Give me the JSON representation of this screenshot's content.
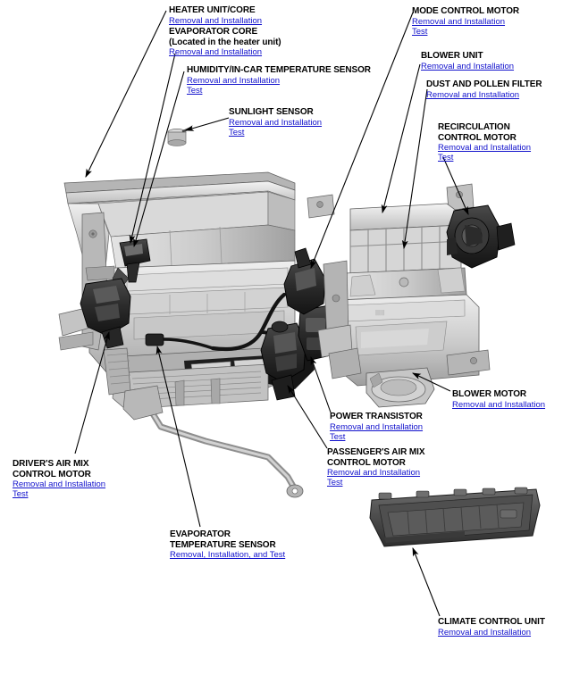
{
  "page": {
    "title": "HVAC Component Location Index",
    "link_color": "#1111cc",
    "text_color": "#000000",
    "background": "#ffffff"
  },
  "links": {
    "removal_installation": "Removal and Installation",
    "test": "Test",
    "removal_installation_and_test": "Removal, Installation, and Test"
  },
  "callouts": [
    {
      "id": "heater-unit-core",
      "title": "HEATER UNIT/CORE",
      "links": [
        "Removal and Installation"
      ]
    },
    {
      "id": "evaporator-core",
      "title": "EVAPORATOR CORE",
      "subtitle": "(Located in the heater unit)",
      "links": [
        "Removal and Installation"
      ]
    },
    {
      "id": "humidity-in-car-temperature-sensor",
      "title": "HUMIDITY/IN-CAR TEMPERATURE SENSOR",
      "links": [
        "Removal and Installation",
        "Test"
      ]
    },
    {
      "id": "sunlight-sensor",
      "title": "SUNLIGHT SENSOR",
      "links": [
        "Removal and Installation",
        "Test"
      ]
    },
    {
      "id": "mode-control-motor",
      "title": "MODE CONTROL MOTOR",
      "links": [
        "Removal and Installation",
        "Test"
      ]
    },
    {
      "id": "blower-unit",
      "title": "BLOWER UNIT",
      "links": [
        "Removal and Installation"
      ]
    },
    {
      "id": "dust-and-pollen-filter",
      "title": "DUST AND POLLEN FILTER",
      "links": [
        "Removal and Installation"
      ]
    },
    {
      "id": "recirculation-control-motor",
      "title": "RECIRCULATION",
      "title2": "CONTROL MOTOR",
      "links": [
        "Removal and Installation",
        "Test"
      ]
    },
    {
      "id": "blower-motor",
      "title": "BLOWER MOTOR",
      "links": [
        "Removal and Installation"
      ]
    },
    {
      "id": "power-transistor",
      "title": "POWER TRANSISTOR",
      "links": [
        "Removal and Installation",
        "Test"
      ]
    },
    {
      "id": "passengers-air-mix-control-motor",
      "title": "PASSENGER'S AIR MIX",
      "title2": "CONTROL MOTOR",
      "links": [
        "Removal and Installation",
        "Test"
      ]
    },
    {
      "id": "drivers-air-mix-control-motor",
      "title": "DRIVER'S AIR MIX",
      "title2": "CONTROL MOTOR",
      "links": [
        "Removal and Installation",
        "Test"
      ]
    },
    {
      "id": "evaporator-temperature-sensor",
      "title": "EVAPORATOR",
      "title2": "TEMPERATURE SENSOR",
      "links": [
        "Removal, Installation, and Test"
      ]
    },
    {
      "id": "climate-control-unit",
      "title": "CLIMATE CONTROL UNIT",
      "links": [
        "Removal and Installation"
      ]
    }
  ],
  "labels": {
    "heater_unit_core": "HEATER UNIT/CORE",
    "evaporator_core": "EVAPORATOR CORE",
    "evaporator_core_note": "(Located in the heater unit)",
    "humidity_sensor": "HUMIDITY/IN-CAR TEMPERATURE SENSOR",
    "sunlight_sensor": "SUNLIGHT SENSOR",
    "mode_control_motor": "MODE CONTROL MOTOR",
    "blower_unit": "BLOWER UNIT",
    "dust_pollen_filter": "DUST AND POLLEN FILTER",
    "recirculation_l1": "RECIRCULATION",
    "recirculation_l2": "CONTROL MOTOR",
    "blower_motor": "BLOWER MOTOR",
    "power_transistor": "POWER TRANSISTOR",
    "passenger_amcm_l1": "PASSENGER'S AIR MIX",
    "passenger_amcm_l2": "CONTROL MOTOR",
    "driver_amcm_l1": "DRIVER'S AIR MIX",
    "driver_amcm_l2": "CONTROL MOTOR",
    "evap_temp_l1": "EVAPORATOR",
    "evap_temp_l2": "TEMPERATURE SENSOR",
    "climate_control_unit": "CLIMATE CONTROL UNIT"
  },
  "illustration": {
    "parts": [
      "heater-unit-assembly",
      "blower-unit-assembly",
      "sunlight-sensor-part",
      "climate-control-unit-part"
    ],
    "palette": {
      "light": "#e9e9e9",
      "mid": "#c4c4c4",
      "dark": "#9a9a9a",
      "darker": "#6e6e6e",
      "shadow": "#3a3a3a",
      "black": "#1a1a1a",
      "outline": "#444444"
    }
  }
}
